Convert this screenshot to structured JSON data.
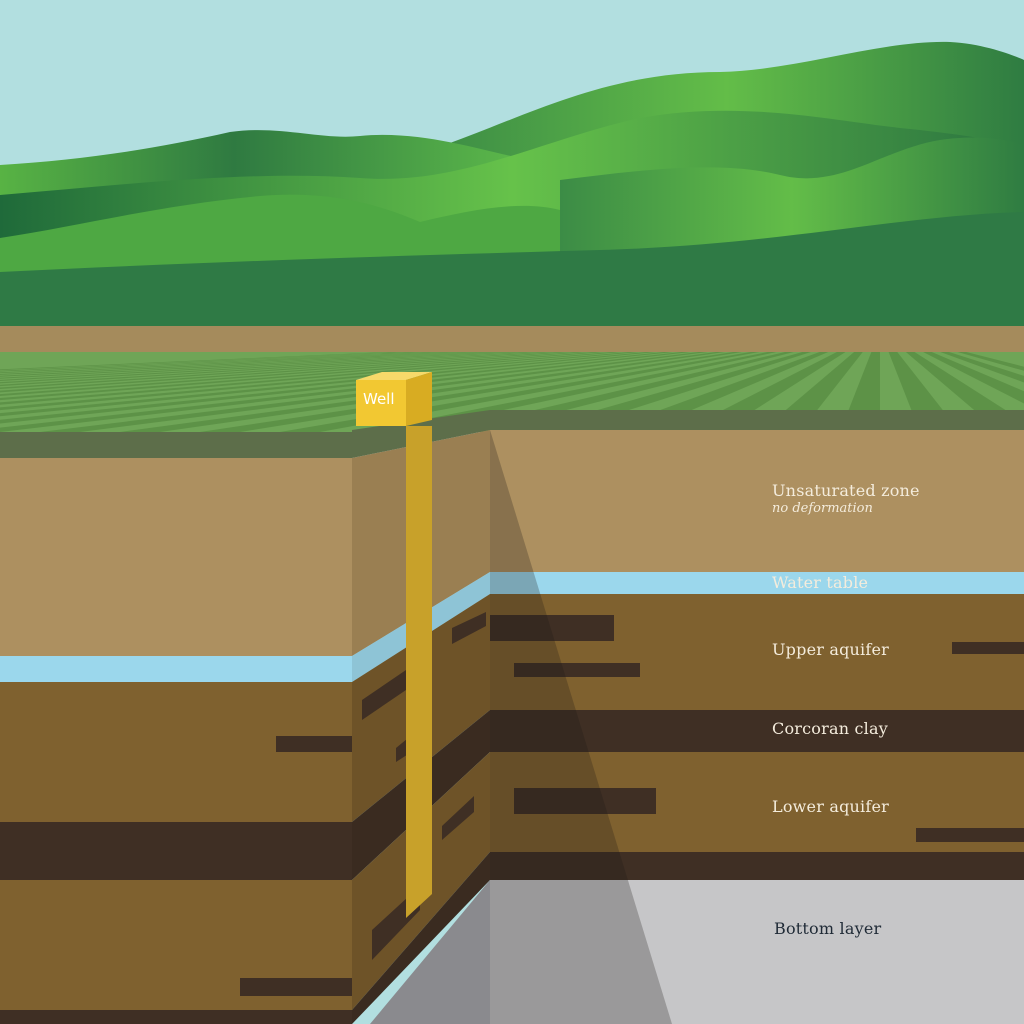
{
  "labels": {
    "well": "Well",
    "unsaturated_zone": "Unsaturated zone",
    "unsaturated_note": "no deformation",
    "water_table": "Water table",
    "upper_aquifer": "Upper aquifer",
    "corcoran_clay": "Corcoran clay",
    "lower_aquifer": "Lower aquifer",
    "bottom_layer": "Bottom layer"
  },
  "colors": {
    "sky": "#b2dfe0",
    "hills_light": "#5cb84a",
    "hills_dark": "#2e7a45",
    "field_light": "#72a85a",
    "field_dark": "#5a8e46",
    "unsaturated": "#ad9060",
    "water": "#9bd7ec",
    "aquifer": "#7f612f",
    "clay": "#3f2f24",
    "bottom": "#c6c6c8",
    "well": "#c8a12a",
    "well_cap": "#f2c832"
  }
}
